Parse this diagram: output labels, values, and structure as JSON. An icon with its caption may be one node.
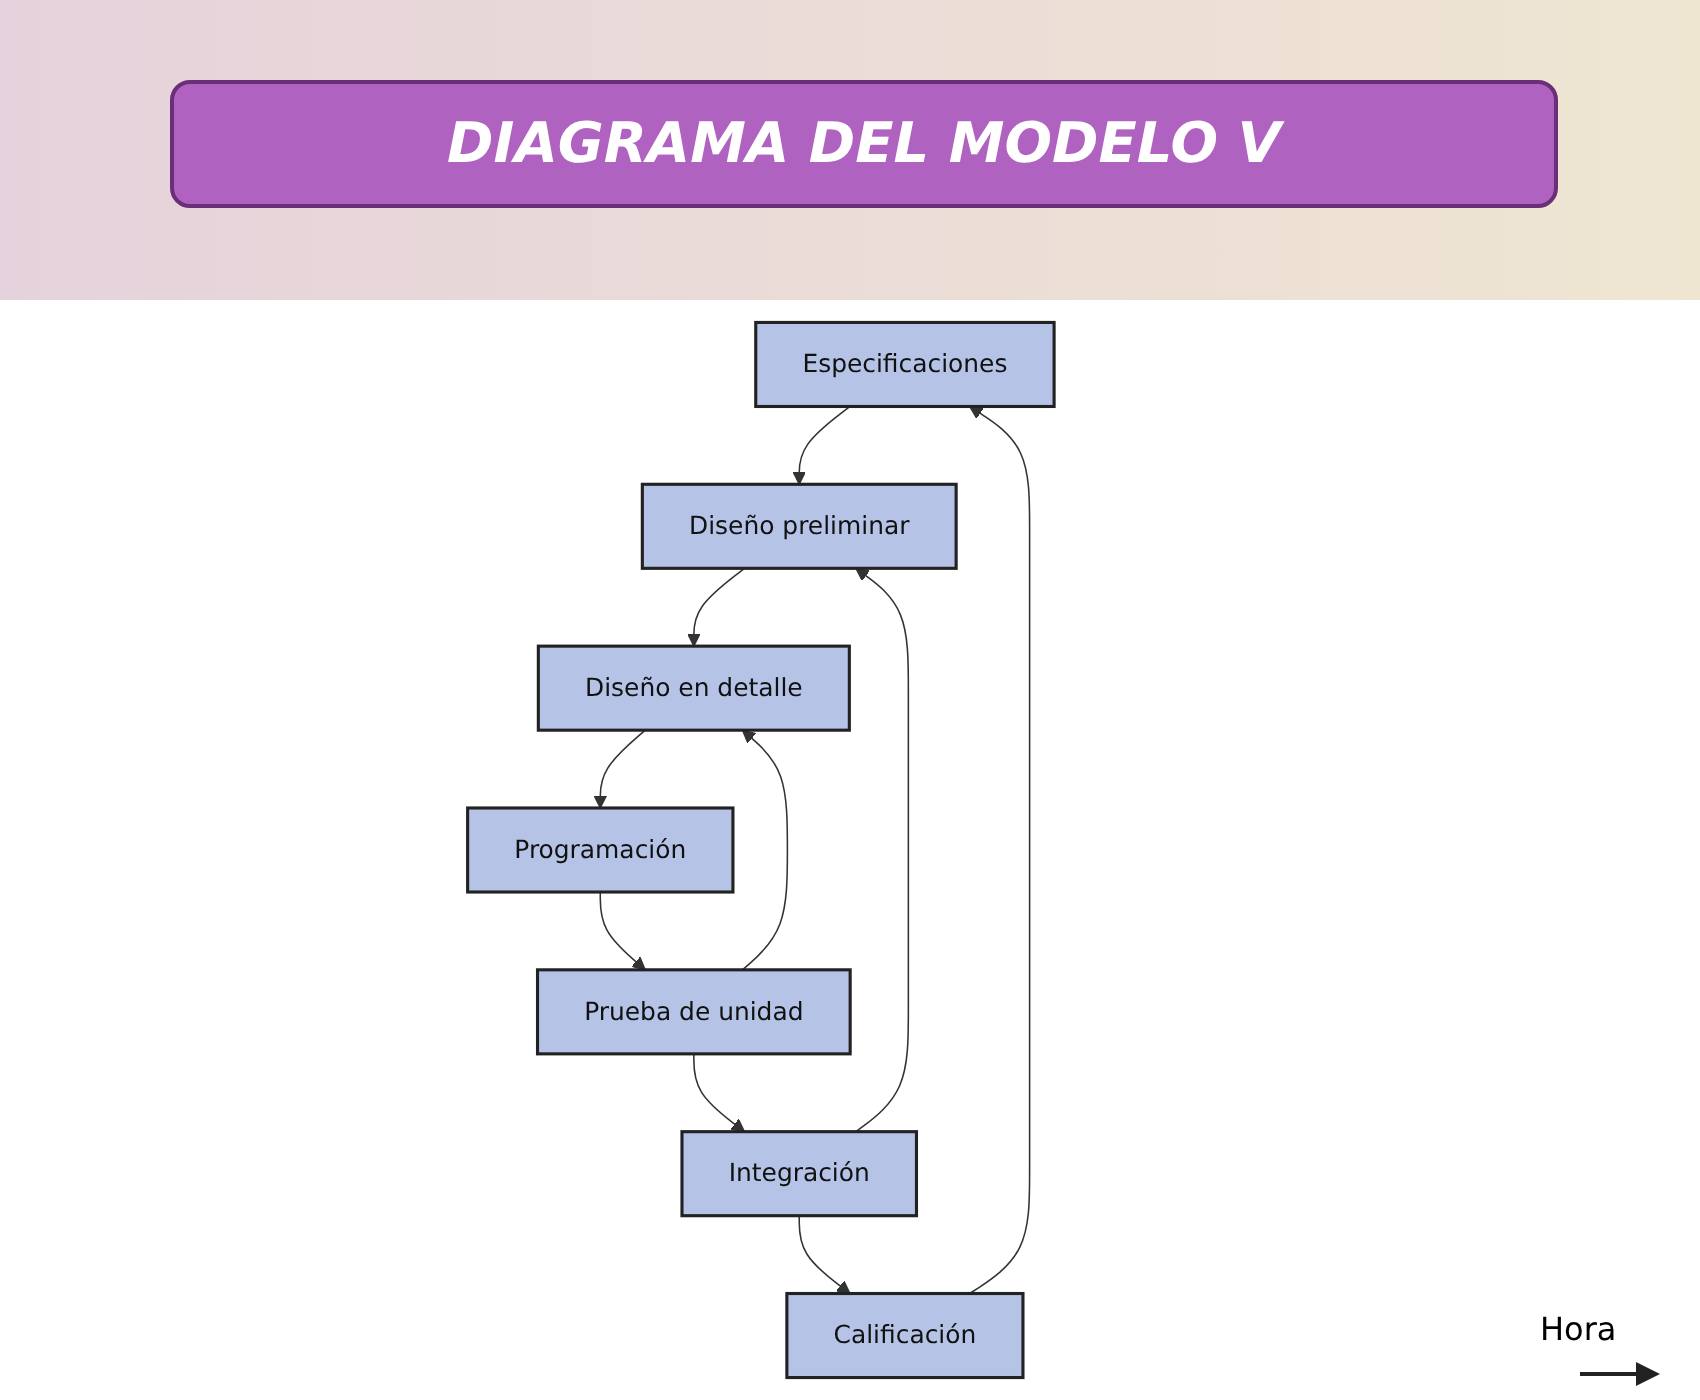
{
  "diagram": {
    "title": "DIAGRAMA DEL MODELO V",
    "nodes": [
      {
        "text": [
          "Especificaciones"
        ]
      },
      {
        "text": [
          "Diseño preliminar"
        ]
      },
      {
        "text": [
          "Diseño en detalle"
        ]
      },
      {
        "text": [
          "Programación"
        ]
      },
      {
        "text": [
          "Prueba de unidad"
        ]
      },
      {
        "text": [
          "Integración"
        ]
      },
      {
        "text": [
          "Calificación"
        ]
      }
    ],
    "edges": [
      {
        "from": 0,
        "to": 1,
        "arrow": "to"
      },
      {
        "from": 1,
        "to": 2,
        "arrow": "to"
      },
      {
        "from": 2,
        "to": 3,
        "arrow": "to"
      },
      {
        "from": 3,
        "to": 4,
        "arrow": "to"
      },
      {
        "from": 4,
        "to": 5,
        "arrow": "to"
      },
      {
        "from": 5,
        "to": 6,
        "arrow": "to"
      },
      {
        "from": 6,
        "to": 0,
        "arrow": "to"
      },
      {
        "from": 5,
        "to": 1,
        "arrow": "to"
      },
      {
        "from": 4,
        "to": 2,
        "arrow": "to"
      }
    ],
    "labels": [
      "Hora"
    ]
  }
}
